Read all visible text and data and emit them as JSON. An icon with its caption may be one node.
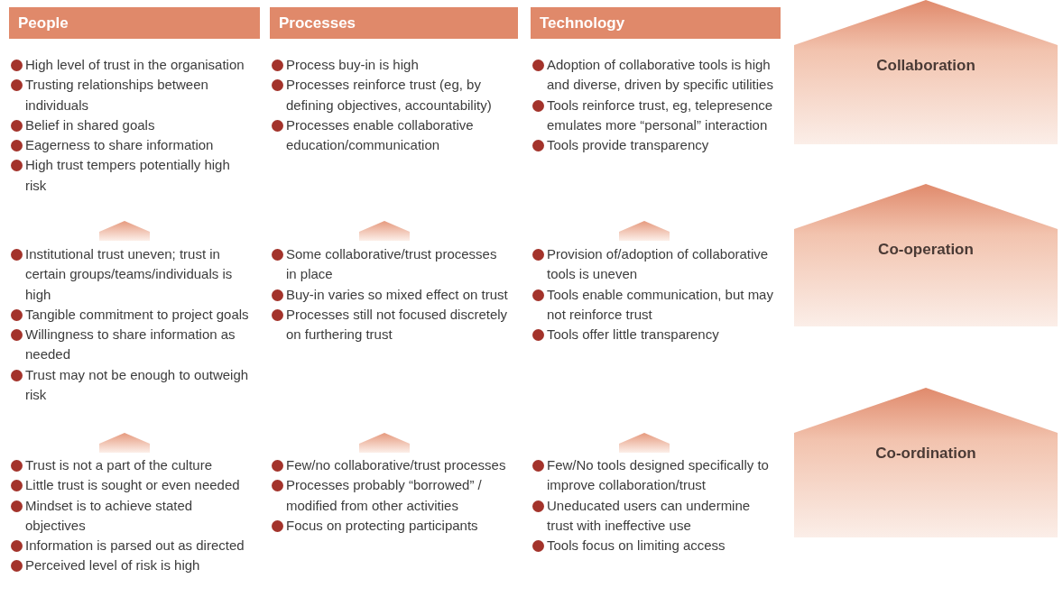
{
  "diagram": {
    "nodes": [
      {
        "text": [
          "People"
        ]
      },
      {
        "text": [
          "Processes"
        ]
      },
      {
        "text": [
          "Technology"
        ]
      },
      {
        "text": [
          "Collaboration"
        ]
      },
      {
        "text": [
          "Co-operation"
        ]
      },
      {
        "text": [
          "Co-ordination"
        ]
      }
    ],
    "labels": [
      "High level of trust in the organisation",
      "Trusting relationships between individuals",
      "Belief in shared goals",
      "Eagerness to share information",
      "High trust tempers potentially high risk",
      "Process buy-in is high",
      "Processes reinforce trust (eg, by defining objectives, accountability)",
      "Processes enable collaborative education/communication",
      "Adoption of collaborative tools is high and diverse, driven by specific utilities",
      "Tools reinforce trust, eg, telepresence emulates more “personal” interaction",
      "Tools provide transparency",
      "Institutional trust uneven; trust in certain groups/teams/individuals is high",
      "Tangible commitment to project goals",
      "Willingness to share information as needed",
      "Trust may not be enough to outweigh risk",
      "Some collaborative/trust processes in place",
      "Buy-in varies so mixed effect on trust",
      "Processes still not focused discretely on furthering trust",
      "Provision of/adoption of collaborative tools is uneven",
      "Tools enable communication, but may not reinforce trust",
      "Tools offer little transparency",
      "Trust is not a part of the culture",
      "Little trust is sought or even needed",
      "Mindset is to achieve stated objectives",
      "Information is parsed out as directed",
      "Perceived level of risk is high",
      "Few/no collaborative/trust processes",
      "Processes probably “borrowed” / modified from other activities",
      "Focus on protecting participants",
      "Few/No tools designed specifically to improve collaboration/trust",
      "Uneducated users can undermine trust with ineffective use",
      "Tools focus on limiting access"
    ]
  }
}
